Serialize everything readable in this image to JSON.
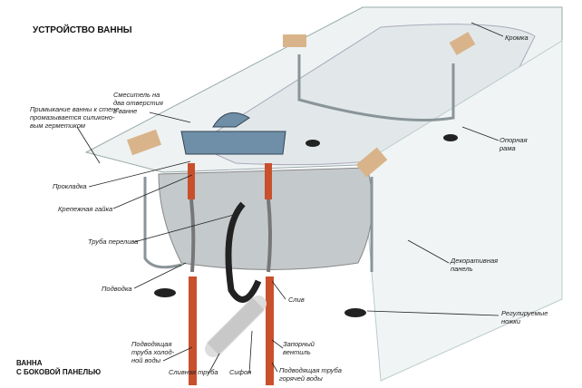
{
  "title": "УСТРОЙСТВО ВАННЫ",
  "subtitle": "ВАННА\nС БОКОВОЙ ПАНЕЛЬЮ",
  "labels": {
    "rim": "Кромка",
    "mixer": "Смеситель на\nдва отверстия\nв ванне",
    "sealant": "Примыкание ванны к стене\nпромазывается силиконо-\nвым герметиком",
    "frame": "Опорная\nрама",
    "gasket": "Прокладка",
    "nut": "Крепежная гайка",
    "overflow": "Труба перелива",
    "panel": "Декоративная\nпанель",
    "supply": "Подводка",
    "drain": "Слив",
    "legs": "Регулируемые\nножки",
    "cold": "Подводящая\nтруба холод-\nной воды",
    "valve": "Запорный\nвентиль",
    "drainpipe": "Сливная труба",
    "siphon": "Сифон",
    "hot": "Подводящая труба\nгорячей воды"
  },
  "colors": {
    "pipe": "#c9502c",
    "tub": "#cfd3d4",
    "wood": "#d9b48a",
    "chrome": "#6f8fa8"
  }
}
